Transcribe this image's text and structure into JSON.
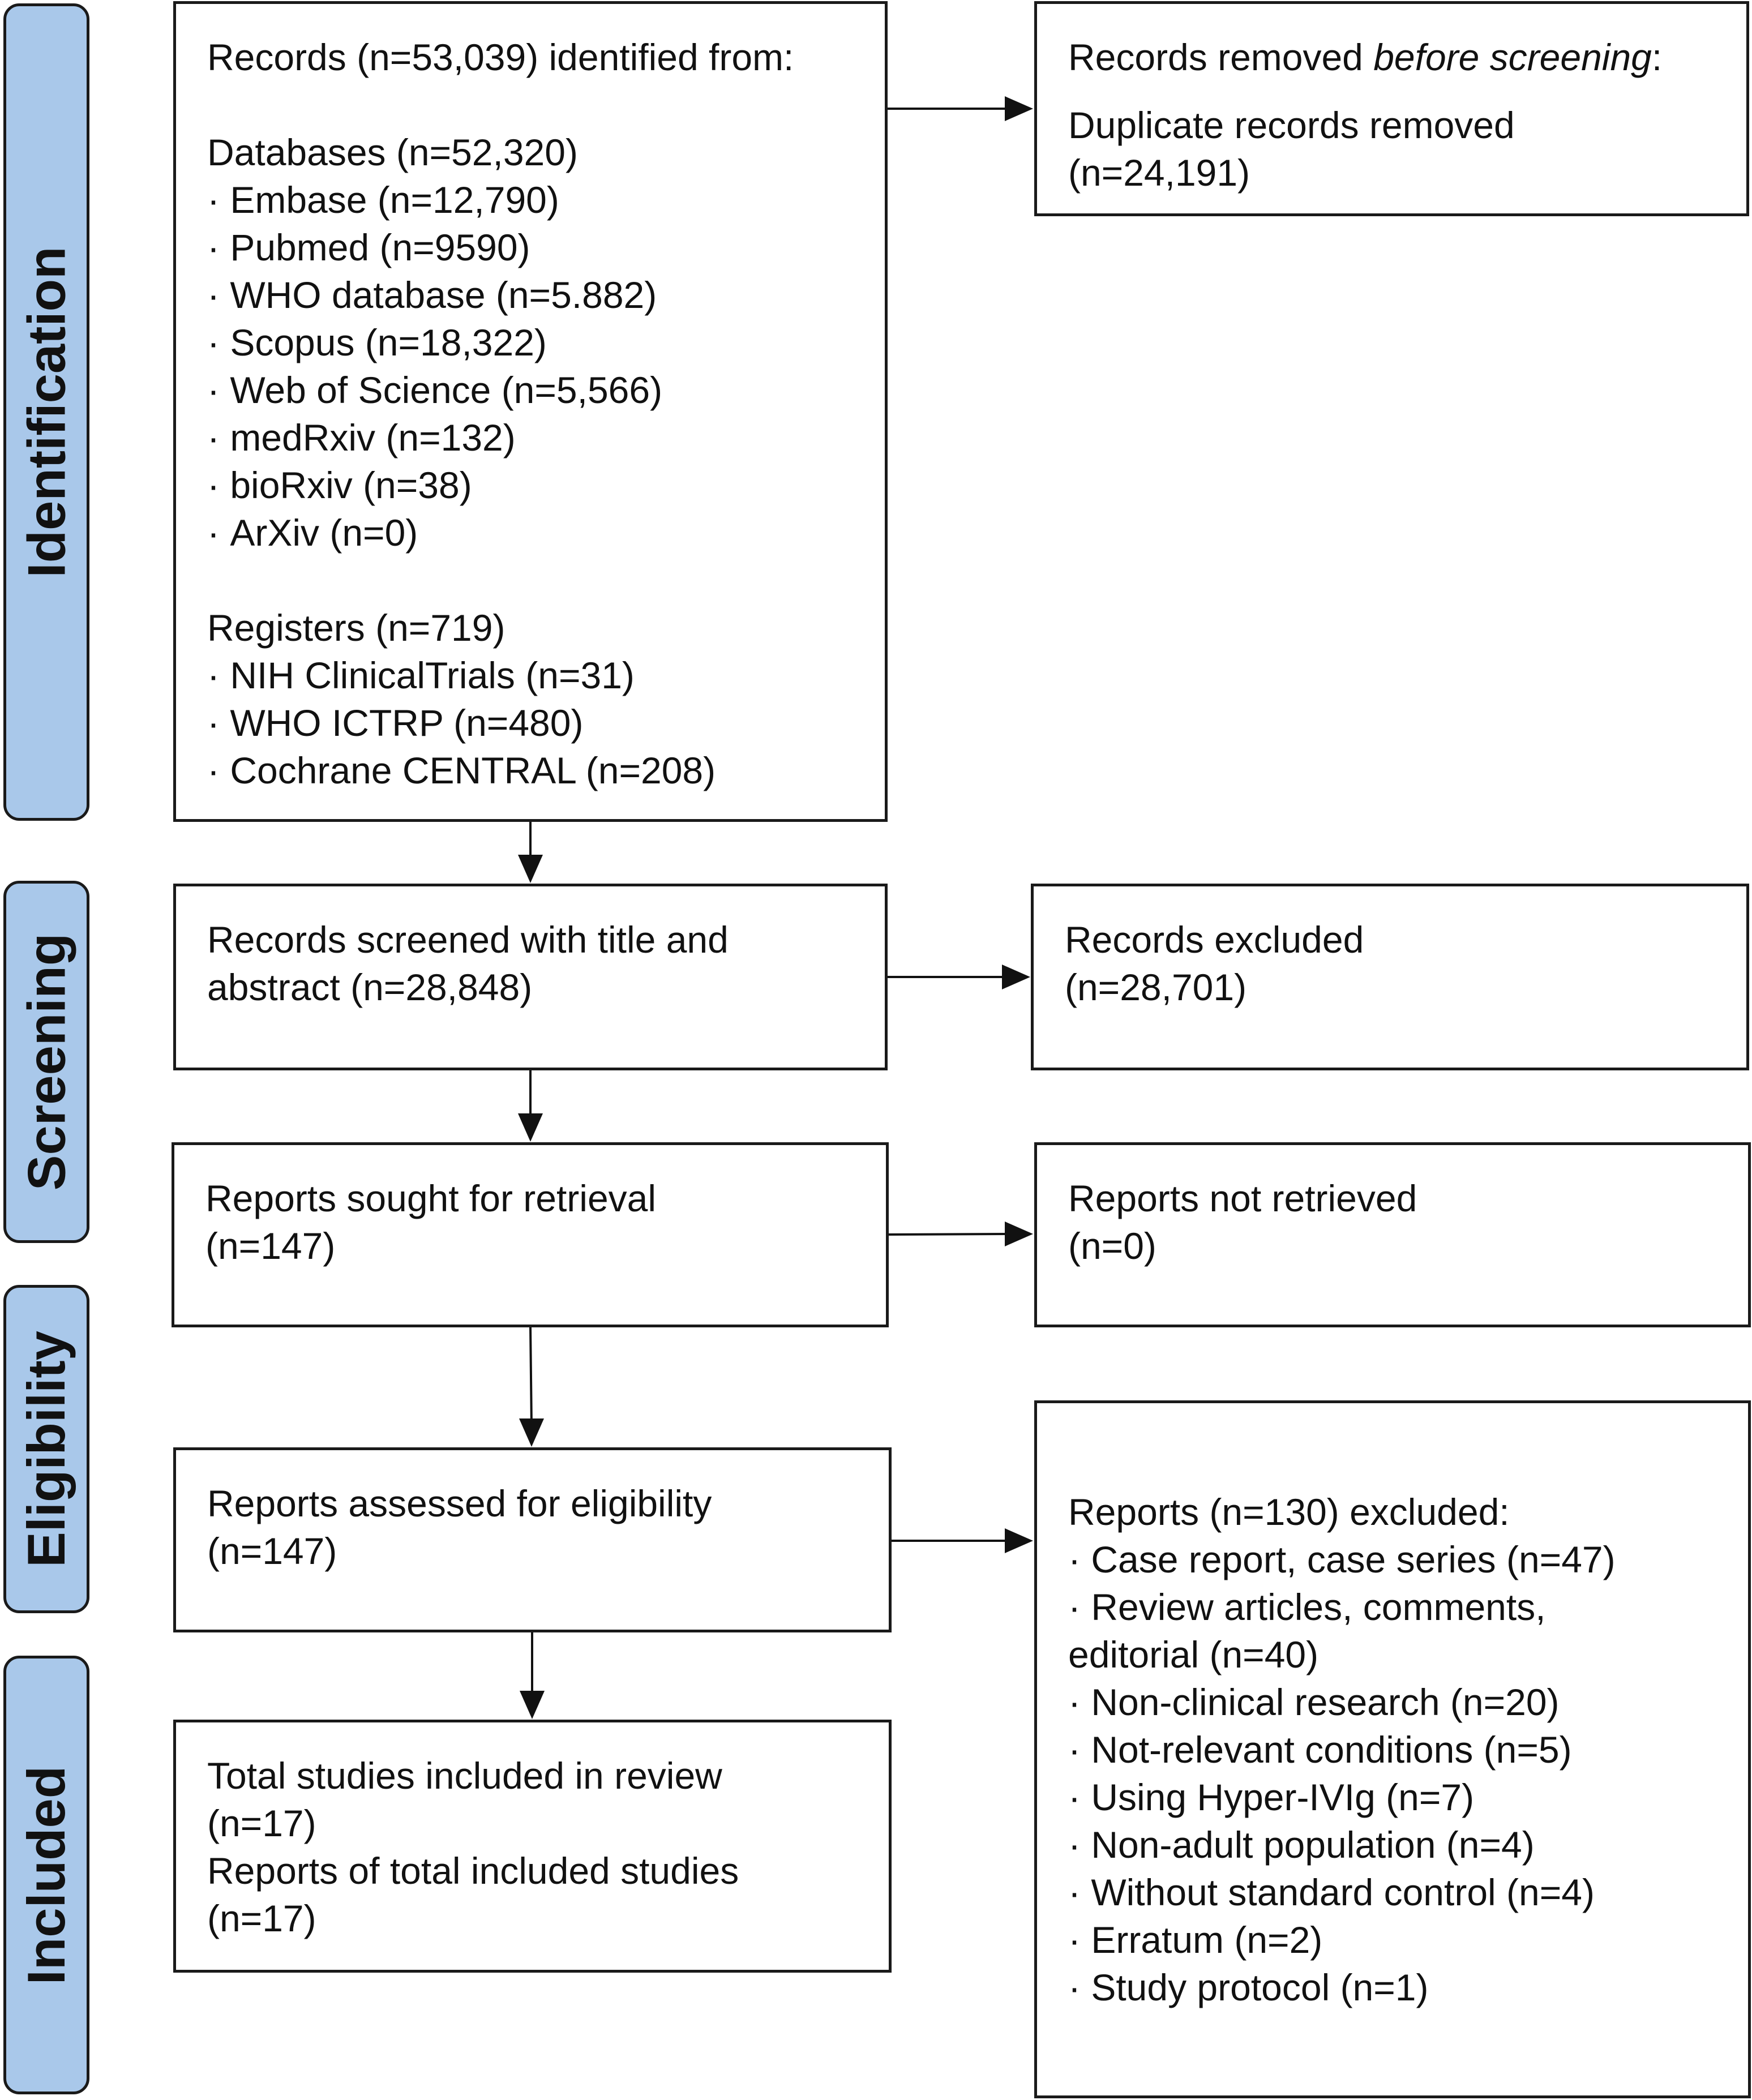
{
  "phases": {
    "identification": "Identification",
    "screening": "Screening",
    "eligibility": "Eligibility",
    "included": "Included"
  },
  "identification_box": {
    "title": "Records (n=53,039) identified from:",
    "databases_label": "Databases (n=52,320)",
    "databases": [
      "Embase (n=12,790)",
      "Pubmed (n=9590)",
      "WHO database (n=5.882)",
      "Scopus (n=18,322)",
      "Web of Science (n=5,566)",
      "medRxiv (n=132)",
      "bioRxiv (n=38)",
      "ArXiv (n=0)"
    ],
    "registers_label": "Registers (n=719)",
    "registers": [
      "NIH ClinicalTrials (n=31)",
      "WHO ICTRP (n=480)",
      "Cochrane CENTRAL (n=208)"
    ]
  },
  "removed_box": {
    "title_prefix": "Records removed ",
    "title_italic": "before screening",
    "title_suffix": ":",
    "line1": "Duplicate records removed",
    "line2": "(n=24,191)"
  },
  "screened_box": {
    "line1": "Records screened with title and",
    "line2": "abstract (n=28,848)"
  },
  "excluded_box": {
    "line1": "Records excluded",
    "line2": "(n=28,701)"
  },
  "sought_box": {
    "line1": "Reports sought for retrieval",
    "line2": "(n=147)"
  },
  "not_retrieved_box": {
    "line1": "Reports not retrieved",
    "line2": "(n=0)"
  },
  "assessed_box": {
    "line1": "Reports assessed for eligibility",
    "line2": "(n=147)"
  },
  "reports_excluded_box": {
    "title": "Reports (n=130) excluded:",
    "items": [
      "Case report, case series (n=47)",
      "Review articles, comments,",
      "editorial (n=40)",
      "Non-clinical research (n=20)",
      "Not-relevant conditions (n=5)",
      "Using Hyper-IVIg (n=7)",
      "Non-adult population (n=4)",
      "Without standard control (n=4)",
      "Erratum (n=2)",
      "Study protocol (n=1)"
    ]
  },
  "included_box": {
    "line1": "Total studies included in review",
    "line2": "(n=17)",
    "line3": "Reports of total included studies",
    "line4": "(n=17)"
  }
}
